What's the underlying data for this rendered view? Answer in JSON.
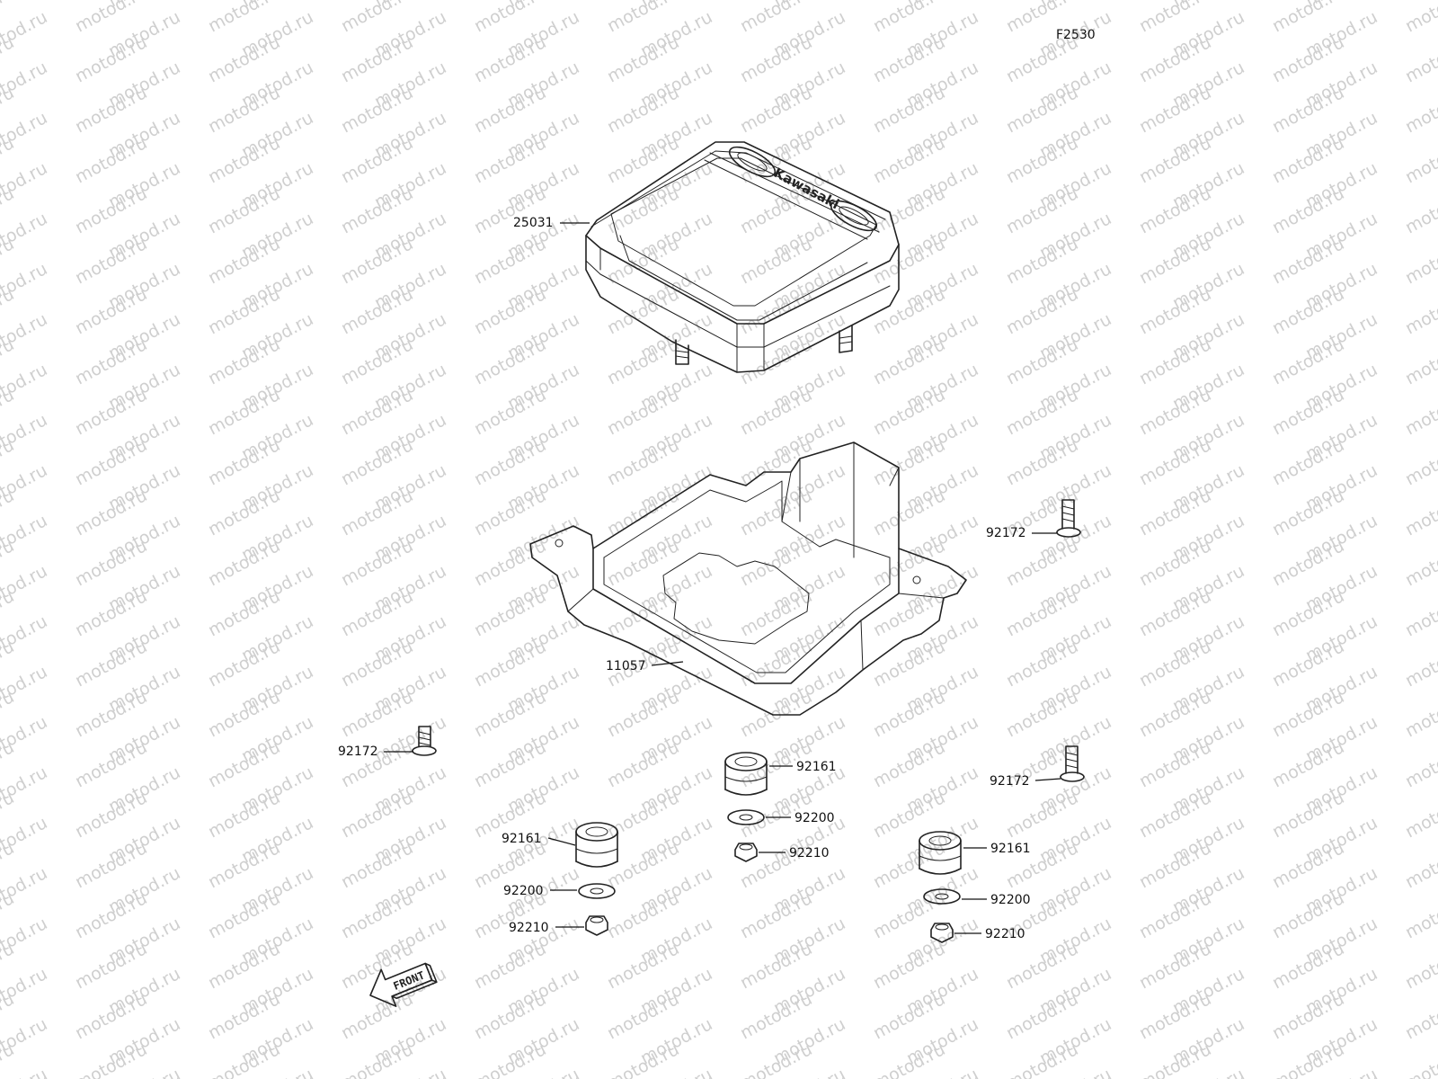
{
  "figure_id": "F2530",
  "watermark": "motod.ru",
  "brand_logo_text": "Kawasaki",
  "front_arrow_label": "FRONT",
  "callouts": [
    {
      "id": "c-25031-meter",
      "part": "25031"
    },
    {
      "id": "c-11057-bracket",
      "part": "11057"
    },
    {
      "id": "c-92172-bolt-right",
      "part": "92172"
    },
    {
      "id": "c-92172-bolt-left",
      "part": "92172"
    },
    {
      "id": "c-92172-bolt-lower-right",
      "part": "92172"
    },
    {
      "id": "c-92161-damper-center",
      "part": "92161"
    },
    {
      "id": "c-92200-washer-center",
      "part": "92200"
    },
    {
      "id": "c-92210-nut-center",
      "part": "92210"
    },
    {
      "id": "c-92161-damper-left",
      "part": "92161"
    },
    {
      "id": "c-92200-washer-left",
      "part": "92200"
    },
    {
      "id": "c-92210-nut-left",
      "part": "92210"
    },
    {
      "id": "c-92161-damper-right",
      "part": "92161"
    },
    {
      "id": "c-92200-washer-right",
      "part": "92200"
    },
    {
      "id": "c-92210-nut-right",
      "part": "92210"
    }
  ]
}
